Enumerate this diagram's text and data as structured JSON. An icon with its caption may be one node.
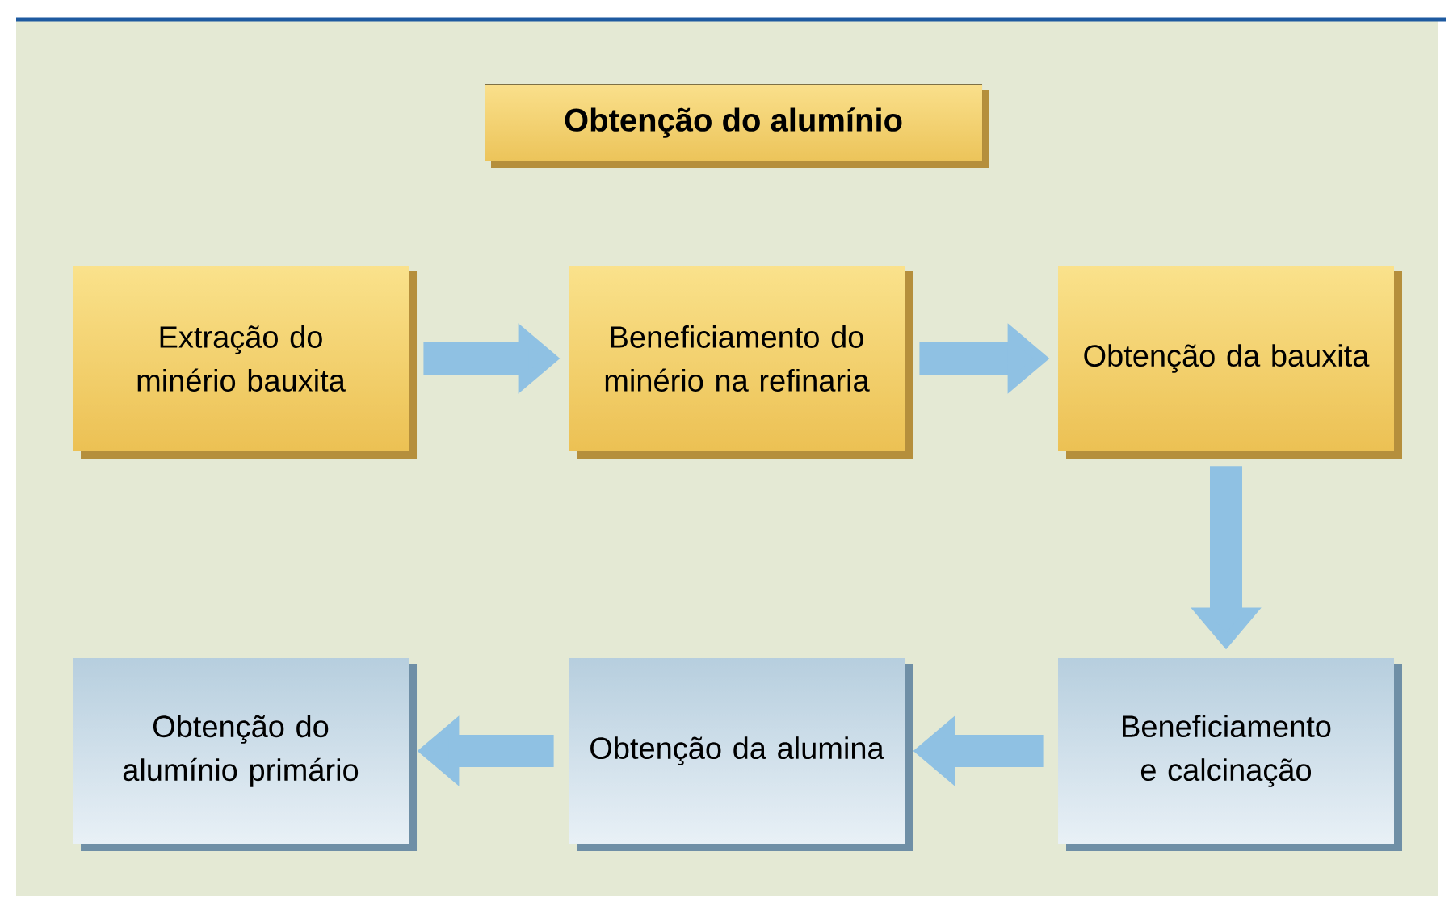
{
  "diagram": {
    "title": "Obtenção do alumínio",
    "nodes": [
      {
        "text": [
          "Extração do minério bauxita"
        ]
      },
      {
        "text": [
          "Beneficiamento do minério na refinaria"
        ]
      },
      {
        "text": [
          "Obtenção da bauxita"
        ]
      },
      {
        "text": [
          "Obtenção do alumínio primário"
        ]
      },
      {
        "text": [
          "Obtenção da alumina"
        ]
      },
      {
        "text": [
          "Beneficiamento e calcinação"
        ]
      }
    ],
    "edges": [
      {
        "from": 0,
        "to": 1,
        "arrow": "to"
      },
      {
        "from": 1,
        "to": 2,
        "arrow": "to"
      },
      {
        "from": 2,
        "to": 5,
        "arrow": "to"
      },
      {
        "from": 5,
        "to": 4,
        "arrow": "to"
      },
      {
        "from": 4,
        "to": 3,
        "arrow": "to"
      }
    ]
  }
}
